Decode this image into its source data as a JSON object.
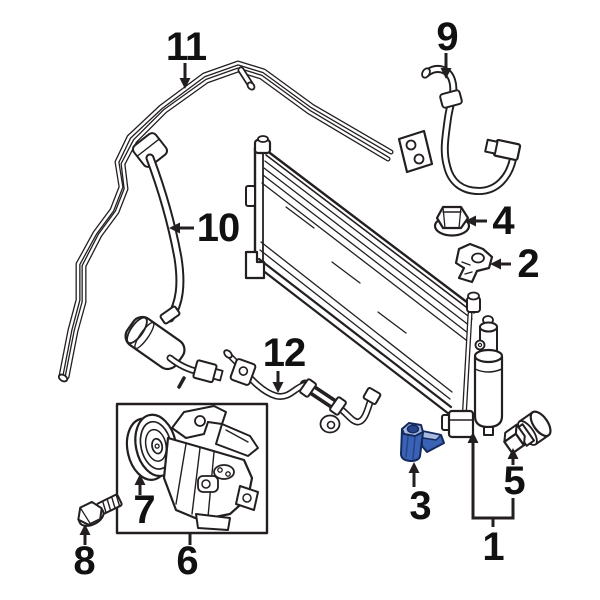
{
  "diagram": {
    "kind": "exploded-parts-diagram",
    "subject": "Vehicle A/C system: condenser with receiver drier, compressor, refrigerant hoses and fasteners",
    "background": "#ffffff",
    "line_color": "#231f20",
    "label_color": "#111111",
    "highlight_fill": "#3a62b5",
    "highlight_fill_light": "#a7bbdf",
    "highlight_fill_dark": "#27448c",
    "highlight_outline": "#142a5e",
    "highlighted_callout": "3"
  },
  "callouts": [
    {
      "label": "1",
      "target": "condenser-assembly",
      "highlighted": false
    },
    {
      "label": "2",
      "target": "mounting-bracket",
      "highlighted": false
    },
    {
      "label": "3",
      "target": "retainer-clip",
      "highlighted": true
    },
    {
      "label": "4",
      "target": "mounting-nut",
      "highlighted": false
    },
    {
      "label": "5",
      "target": "service-valve-fitting",
      "highlighted": false
    },
    {
      "label": "6",
      "target": "compressor-assembly",
      "highlighted": false
    },
    {
      "label": "7",
      "target": "compressor-pulley",
      "highlighted": false
    },
    {
      "label": "8",
      "target": "compressor-bolt",
      "highlighted": false
    },
    {
      "label": "9",
      "target": "ac-hose",
      "highlighted": false
    },
    {
      "label": "10",
      "target": "suction-pipe-with-muffler",
      "highlighted": false
    },
    {
      "label": "11",
      "target": "ac-pipe-assembly",
      "highlighted": false
    },
    {
      "label": "12",
      "target": "liquid-line-hose",
      "highlighted": false
    }
  ]
}
